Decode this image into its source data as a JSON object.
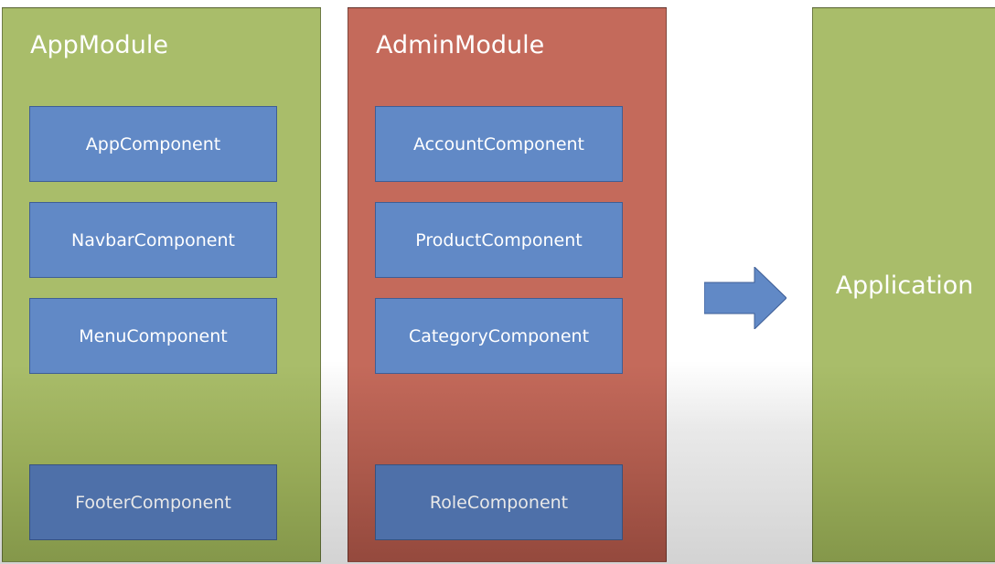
{
  "modules": {
    "app": {
      "title": "AppModule",
      "components": [
        "AppComponent",
        "NavbarComponent",
        "MenuComponent"
      ],
      "footer": "FooterComponent"
    },
    "admin": {
      "title": "AdminModule",
      "components": [
        "AccountComponent",
        "ProductComponent",
        "CategoryComponent"
      ],
      "footer": "RoleComponent"
    }
  },
  "output": {
    "title": "Application"
  },
  "colors": {
    "app_module": "#a9bd6a",
    "admin_module": "#c46a5b",
    "component": "#6189c6",
    "arrow": "#6189c6"
  },
  "icons": {
    "flow_arrow": "right-arrow-icon"
  }
}
